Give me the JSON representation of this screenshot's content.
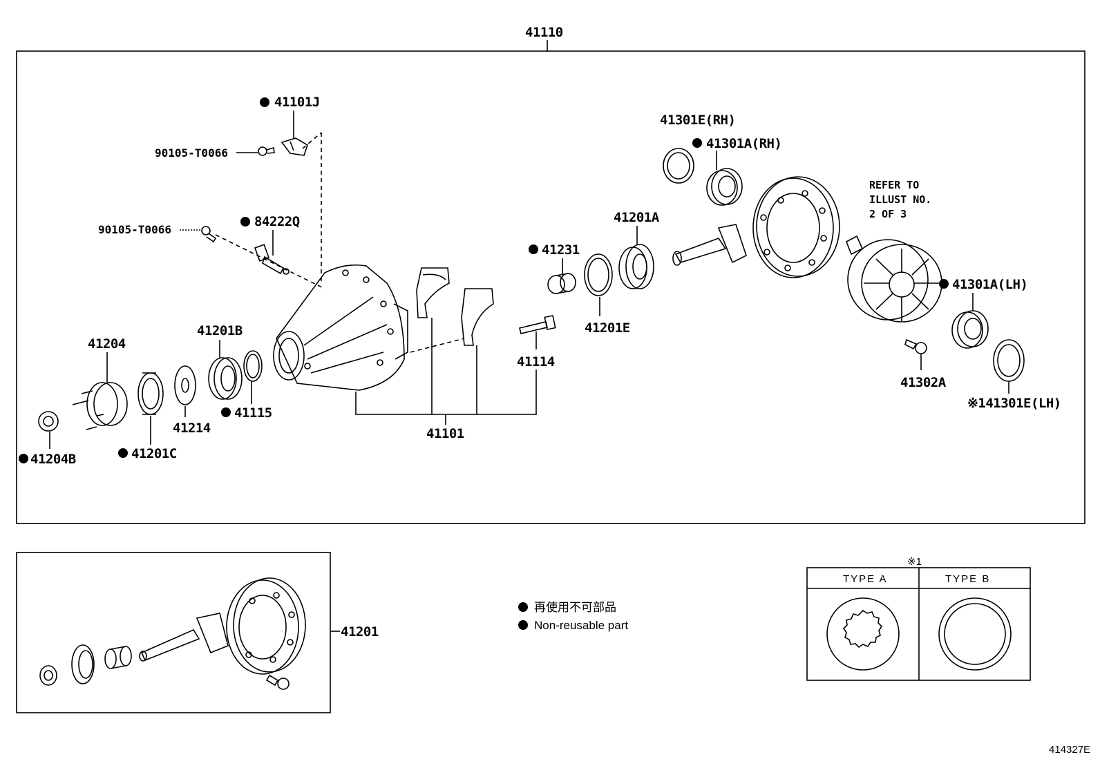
{
  "assembly_label": "41110",
  "labels": {
    "p41101J": "●41101J",
    "p90105a": "90105-T0066",
    "p90105b": "90105-T0066",
    "p84222Q": "●84222Q",
    "p41301E_RH": "41301E(RH)",
    "p41301A_RH": "●41301A(RH)",
    "p41201A": "41201A",
    "p41231": "●41231",
    "p41201E": "41201E",
    "p41114": "41114",
    "p41101": "41101",
    "p41204": "41204",
    "p41201B": "41201B",
    "p41214": "41214",
    "p41115": "●41115",
    "p41201C": "●41201C",
    "p41204B": "●41204B",
    "p41301A_LH": "●41301A(LH)",
    "p41302A": "41302A",
    "p41301E_LH": "※141301E(LH)",
    "p41201": "41201"
  },
  "refer_note": [
    "REFER TO",
    "ILLUST NO.",
    "2 OF 3"
  ],
  "legend": {
    "jp": "再使用不可部品",
    "en": "Non-reusable part"
  },
  "type_table": {
    "marker": "※1",
    "type_a": "TYPE  A",
    "type_b": "TYPE  B"
  },
  "figure_id": "414327E"
}
